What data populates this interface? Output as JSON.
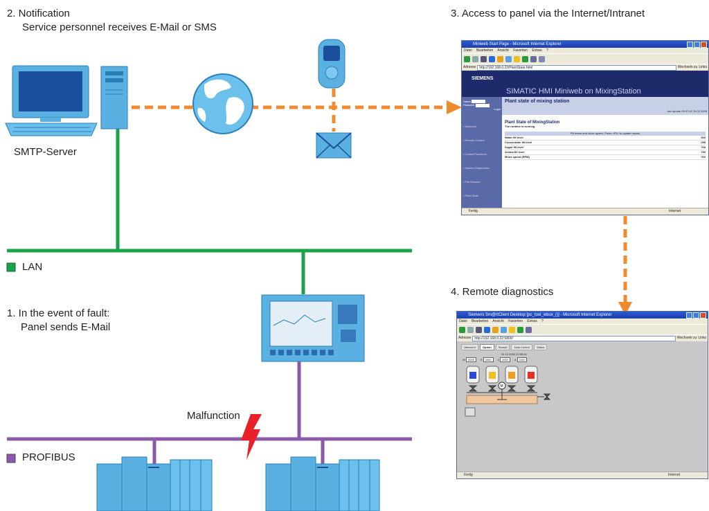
{
  "notification": {
    "title": "2. Notification",
    "subtitle": "Service personnel receives E-Mail or SMS"
  },
  "access": {
    "title": "3. Access to panel via the Internet/Intranet"
  },
  "server_label": "SMTP-Server",
  "lan_legend": "LAN",
  "fault": {
    "line1": "1. In the event of fault:",
    "line2": "Panel sends E-Mail"
  },
  "diagnostics": {
    "title": "4. Remote diagnostics"
  },
  "malfunction": "Malfunction",
  "profibus_legend": "PROFIBUS",
  "colors": {
    "lan": "#1aa24a",
    "profibus": "#8a5aa6",
    "dashed": "#f08a2c",
    "device": "#5ab0e0",
    "lightning": "#e8202a"
  },
  "miniweb": {
    "window_title": "Miniweb Start Page - Microsoft Internet Explorer",
    "menu": [
      "Datei",
      "Bearbeiten",
      "Ansicht",
      "Favoriten",
      "Extras",
      "?"
    ],
    "address_label": "Adresse",
    "address": "http://192.168.0.22/PlantState.html",
    "go": "Wechseln zu",
    "links": "Links",
    "brand": "SIEMENS",
    "header": "SIMATIC HMI Miniweb on MixingStation",
    "name_label": "Name",
    "password_label": "Passwort",
    "login": "Login",
    "nav": [
      "• Welcome",
      "• Remote Control",
      "• Control Functions",
      "• System Diagnostics",
      "• File Browser",
      "• Plant State"
    ],
    "page_title": "Plant state of mixing station",
    "last_update": "last update 09:47:43 19.02.2008",
    "section_title": "Plant State of MixingStation",
    "running": "The runtime is running.",
    "table_header": "Fill levels and mixer speed. Press <F5> to update values",
    "rows": [
      {
        "label": "Water fill level",
        "value": "540"
      },
      {
        "label": "Concentrate fill level",
        "value": "295"
      },
      {
        "label": "Sugar fill level",
        "value": "768"
      },
      {
        "label": "Aroma fill level",
        "value": "790"
      },
      {
        "label": "Mixer speed (RPM)",
        "value": "769"
      }
    ],
    "status_left": "Fertig",
    "status_right": "Internet"
  },
  "remote": {
    "window_title": "Siemens Sm@rtClient Desktop [pc_tool_wbox_()] - Microsoft Internet Explorer",
    "menu": [
      "Datei",
      "Bearbeiten",
      "Ansicht",
      "Favoriten",
      "Extras",
      "?"
    ],
    "address_label": "Adresse",
    "address": "http://192.168.0.22:5800/",
    "go": "Wechseln zu",
    "links": "Links",
    "tabs": [
      "Übersicht",
      "Option",
      "Rezept",
      "Data Control",
      "Status"
    ],
    "date": "31.12.2000 22:59:34",
    "readouts": [
      {
        "key": "W",
        "value": "0000"
      },
      {
        "key": "K",
        "value": "0000"
      },
      {
        "key": "Z",
        "value": "0000"
      },
      {
        "key": "A",
        "value": "0000"
      }
    ],
    "tank_colors": [
      "#2a4ad8",
      "#f0c020",
      "#f0a020",
      "#e83020"
    ],
    "mixer": "M",
    "status_left": "Fertig",
    "status_right": "Internet"
  }
}
